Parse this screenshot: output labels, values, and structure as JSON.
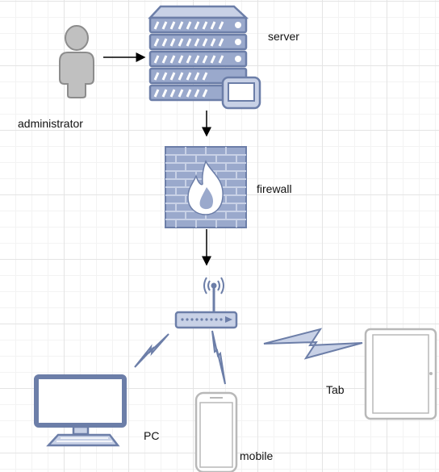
{
  "labels": {
    "administrator": "administrator",
    "server": "server",
    "firewall": "firewall",
    "pc": "PC",
    "mobile": "mobile",
    "tab": "Tab"
  },
  "colors": {
    "stroke": "#6c7ea8",
    "fill_light": "#c8d1e6",
    "fill_mid": "#9aa9cc",
    "person": "#c0c0c0",
    "person_stroke": "#8c8c8c",
    "device_gray": "#b8b8b8",
    "arrow": "#000000"
  },
  "icons": {
    "administrator": "person-icon",
    "server": "server-rack-icon",
    "firewall": "firewall-icon",
    "router": "wireless-router-icon",
    "pc": "desktop-monitor-icon",
    "mobile": "smartphone-icon",
    "tab": "tablet-icon"
  }
}
